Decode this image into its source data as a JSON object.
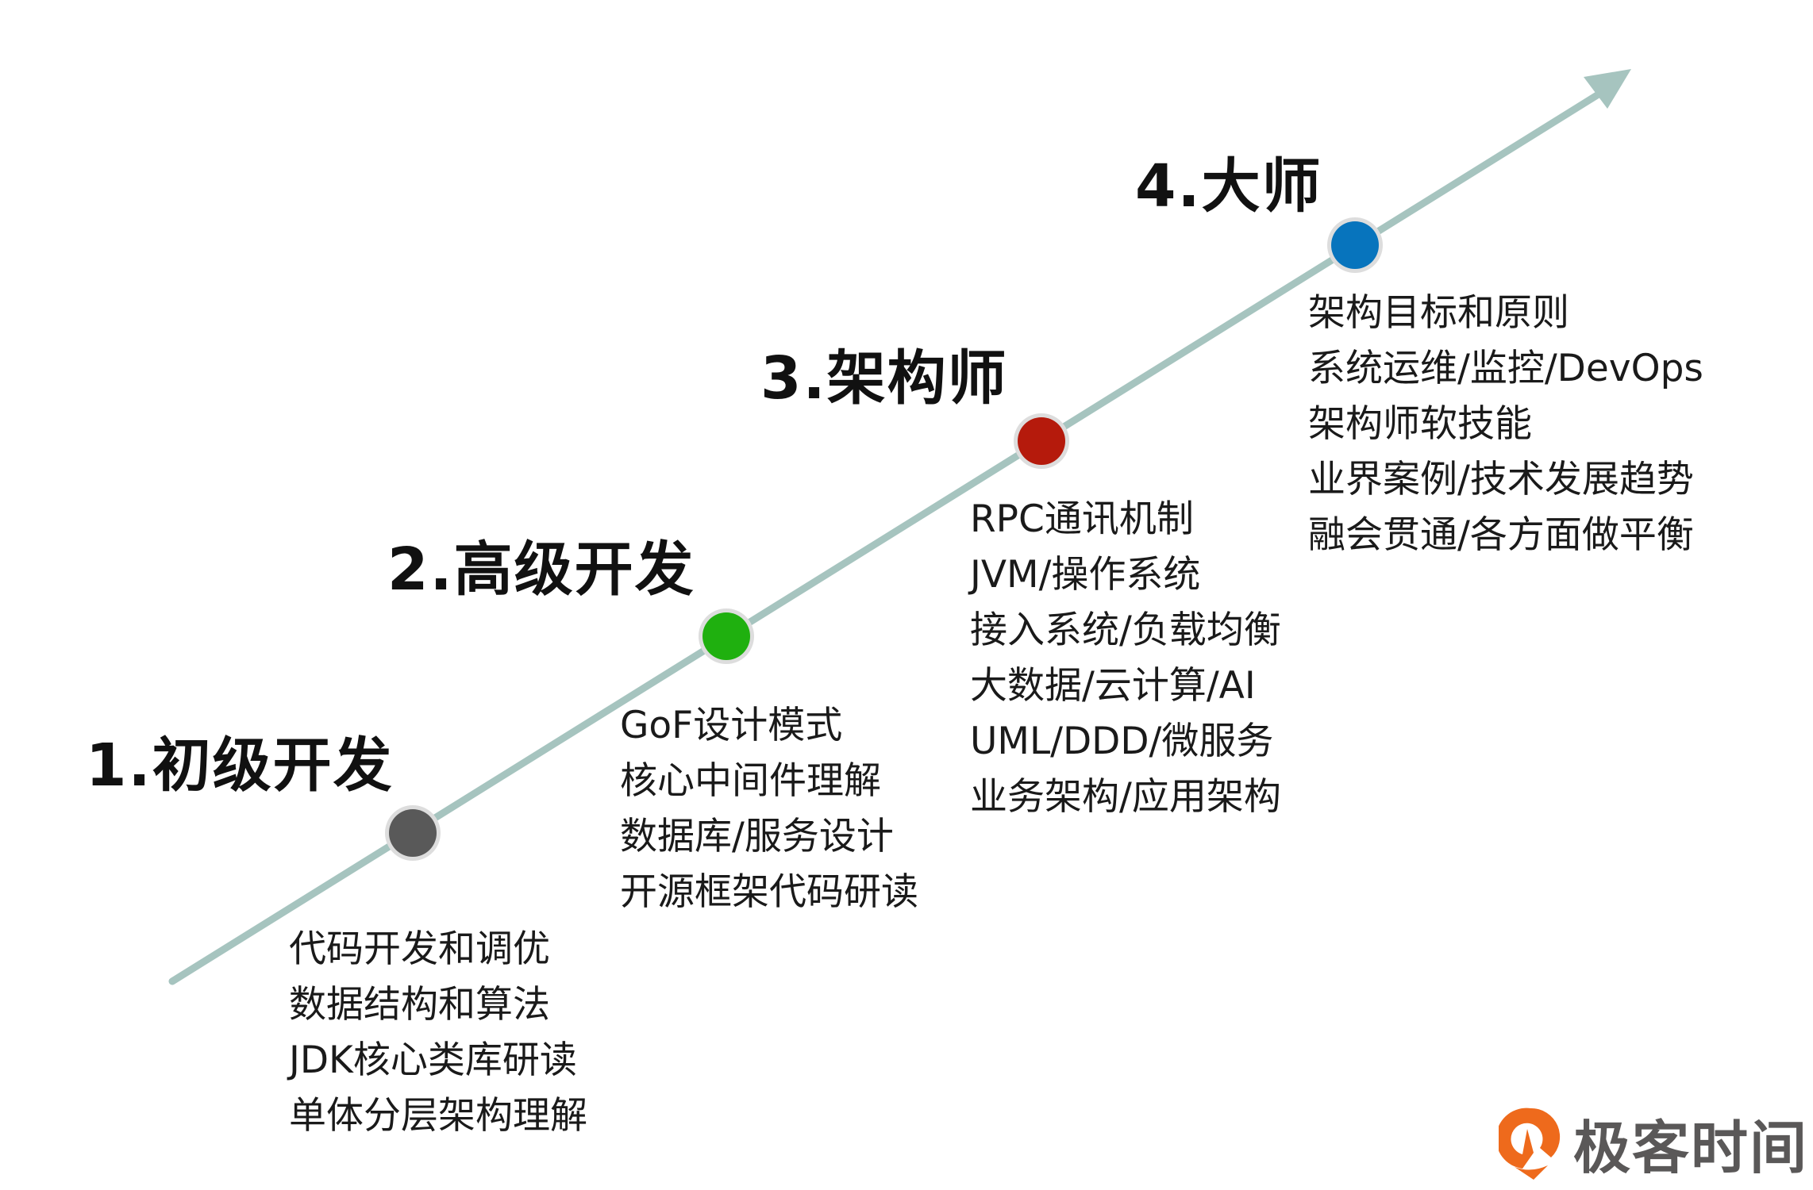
{
  "stages": [
    {
      "title": "1.初级开发",
      "color": "#595959",
      "items": [
        "代码开发和调优",
        "数据结构和算法",
        "JDK核心类库研读",
        "单体分层架构理解"
      ]
    },
    {
      "title": "2.高级开发",
      "color": "#1fb00f",
      "items": [
        "GoF设计模式",
        "核心中间件理解",
        "数据库/服务设计",
        "开源框架代码研读"
      ]
    },
    {
      "title": "3.架构师",
      "color": "#b51a0c",
      "items": [
        "RPC通讯机制",
        "JVM/操作系统",
        "接入系统/负载均衡",
        "大数据/云计算/AI",
        "UML/DDD/微服务",
        "业务架构/应用架构"
      ]
    },
    {
      "title": "4.大师",
      "color": "#0774bd",
      "items": [
        "架构目标和原则",
        "系统运维/监控/DevOps",
        "架构师软技能",
        "业界案例/技术发展趋势",
        "融会贯通/各方面做平衡"
      ]
    }
  ],
  "arrow_color": "#a6c4bf",
  "logo": {
    "text": "极客时间",
    "color": "#ee6a1c"
  }
}
